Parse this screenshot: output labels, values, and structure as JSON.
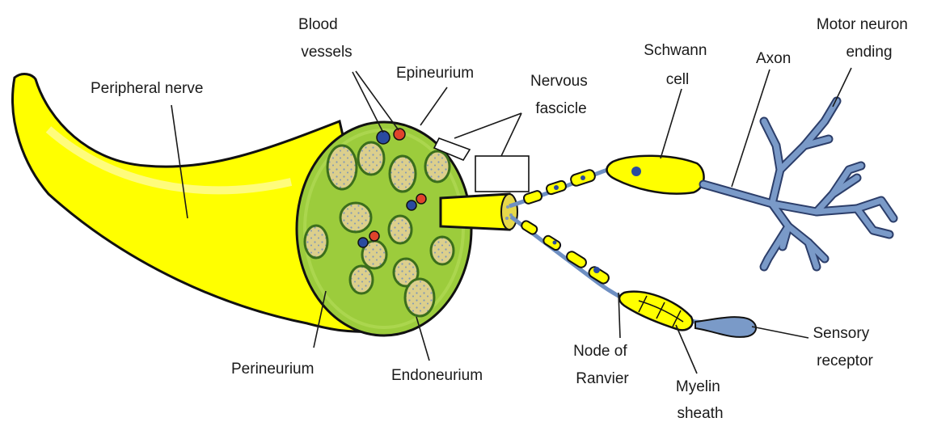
{
  "labels": {
    "blood_vessels": [
      "Blood",
      "vessels"
    ],
    "peripheral_nerve": "Peripheral nerve",
    "epineurium": "Epineurium",
    "nervous_fascicle": [
      "Nervous",
      "fascicle"
    ],
    "schwann_cell": [
      "Schwann",
      "cell"
    ],
    "axon": "Axon",
    "motor_neuron_ending": [
      "Motor neuron",
      "ending"
    ],
    "perineurium": "Perineurium",
    "endoneurium": "Endoneurium",
    "node_of_ranvier": [
      "Node of",
      "Ranvier"
    ],
    "myelin_sheath": [
      "Myelin",
      "sheath"
    ],
    "sensory_receptor": [
      "Sensory",
      "receptor"
    ]
  },
  "colors": {
    "nerve_yellow": "#ffff00",
    "cross_section_green": "#9ccc3c",
    "fascicle_fill": "#d9cf8a",
    "neuron_blue": "#7a9ac8",
    "vessel_red": "#e0442c",
    "vessel_blue": "#2a4aa0"
  }
}
